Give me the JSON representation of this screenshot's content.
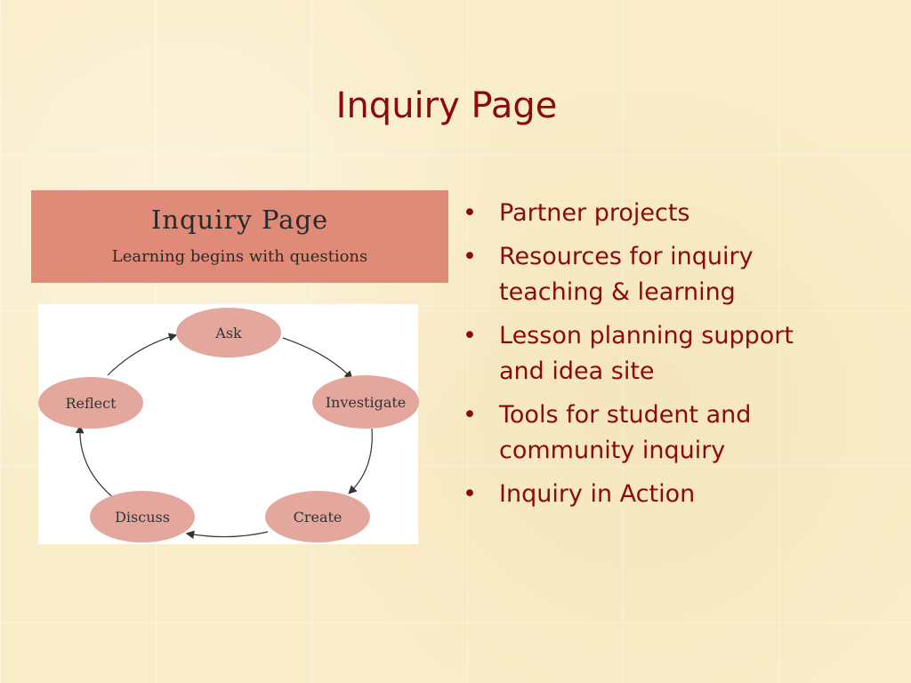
{
  "slide": {
    "title": "Inquiry Page"
  },
  "banner": {
    "title": "Inquiry  Page",
    "subtitle": "Learning begins with questions"
  },
  "cycle": {
    "nodes": [
      "Ask",
      "Investigate",
      "Create",
      "Discuss",
      "Reflect"
    ]
  },
  "bullets": [
    "Partner projects",
    "Resources for inquiry teaching & learning",
    "Lesson planning support and idea site",
    "Tools for student and community inquiry",
    "Inquiry in Action"
  ],
  "colors": {
    "title": "#8b0a0a",
    "banner": "#e08a78",
    "node": "#e3a79e",
    "background": "#f9ecc8"
  }
}
